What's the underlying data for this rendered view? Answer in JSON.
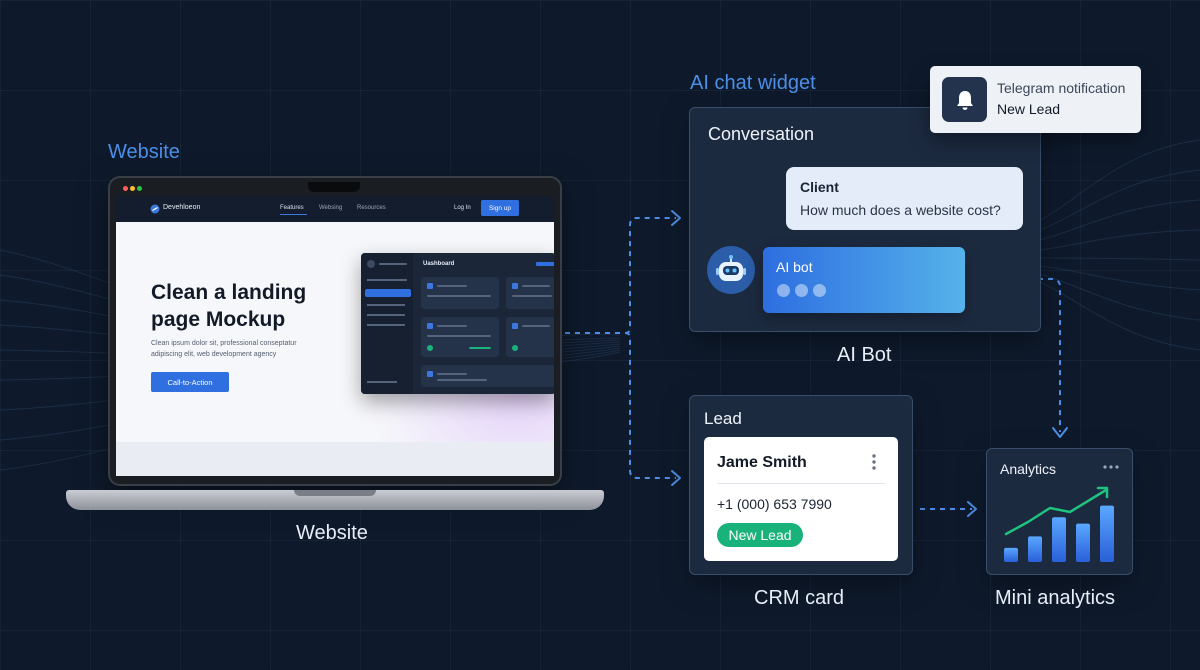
{
  "labels": {
    "website_top": "Website",
    "chat_widget": "AI chat widget",
    "website_caption": "Website",
    "ai_bot_caption": "AI Bot",
    "crm_caption": "CRM card",
    "analytics_caption": "Mini analytics"
  },
  "site": {
    "brand": "Devehloeon",
    "nav": [
      "Features",
      "Websing",
      "Resources"
    ],
    "login": "Log In",
    "signup": "Sign up",
    "hero_title_1": "Clean a landing",
    "hero_title_2": "page Mockup",
    "hero_desc_1": "Clean ipsum dolor sit, professional conseptatur",
    "hero_desc_2": "adipiscing elit, web development agency",
    "cta": "Call-to-Action",
    "dashboard_title": "Uashboard"
  },
  "conversation": {
    "title": "Conversation",
    "client_name": "Client",
    "client_message": "How much does a website cost?",
    "bot_name": "AI bot"
  },
  "telegram": {
    "title": "Telegram notification",
    "message": "New Lead"
  },
  "lead": {
    "title": "Lead",
    "name": "Jame Smith",
    "phone": "+1 (000) 653 7990",
    "status": "New Lead"
  },
  "analytics": {
    "title": "Analytics",
    "bars": [
      0.22,
      0.4,
      0.7,
      0.6,
      0.88
    ]
  },
  "colors": {
    "accent_blue": "#2f6fe0",
    "label_blue": "#4d8fe6",
    "success_green": "#19b27a",
    "background": "#0e1a2c"
  }
}
